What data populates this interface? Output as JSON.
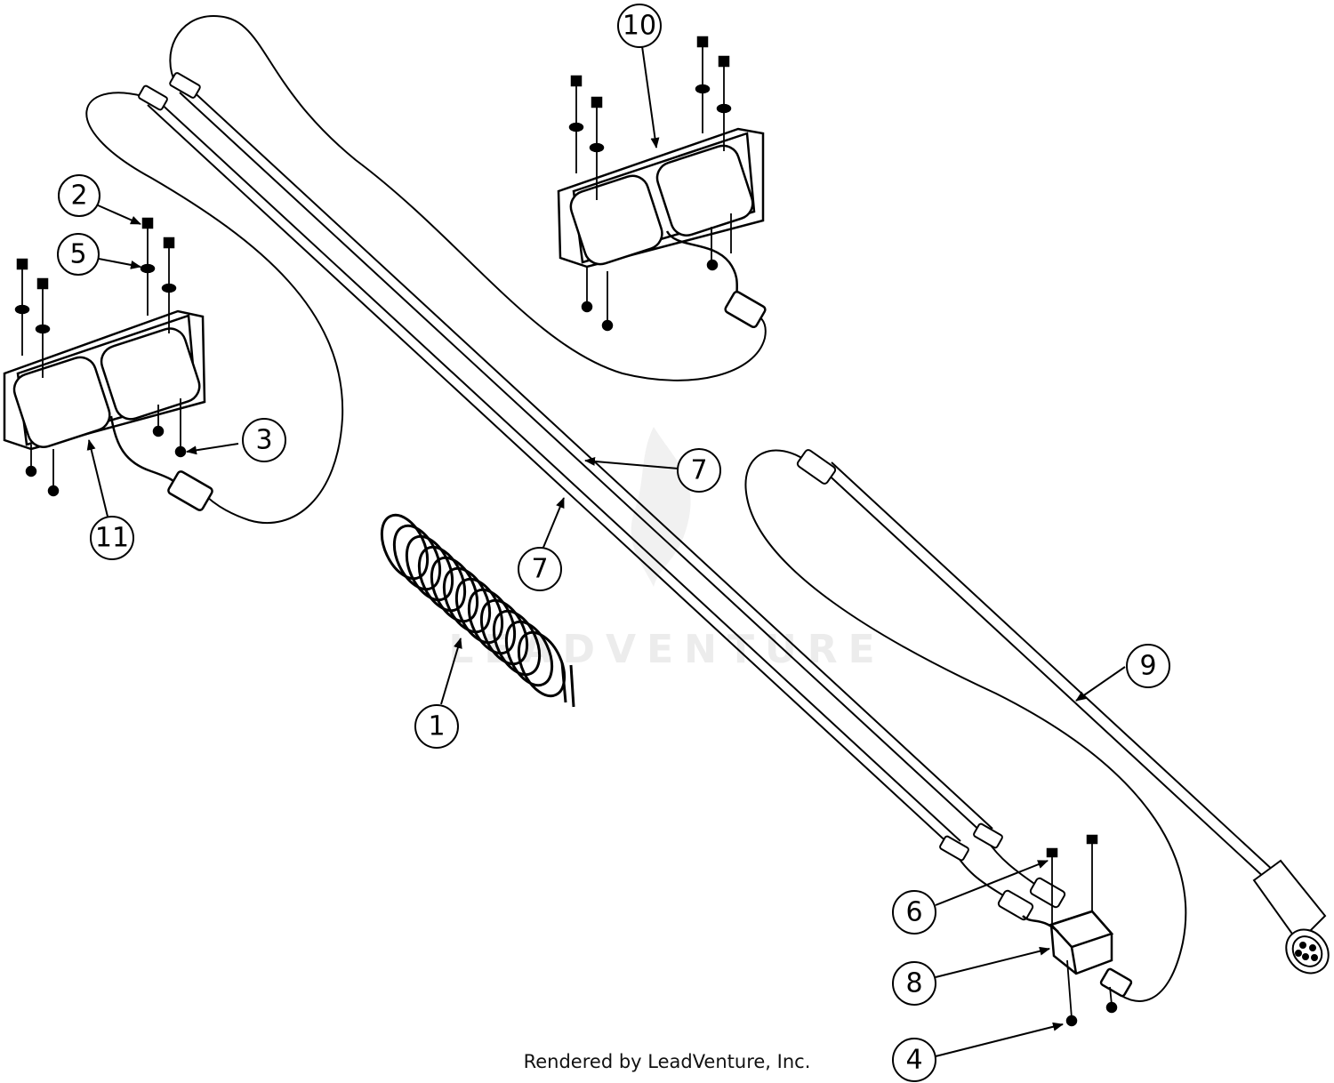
{
  "watermark_text": "LEADVENTURE",
  "footer_text": "Rendered by LeadVenture, Inc.",
  "callouts": [
    {
      "id": "c10",
      "label": "10"
    },
    {
      "id": "c2",
      "label": "2"
    },
    {
      "id": "c5",
      "label": "5"
    },
    {
      "id": "c3",
      "label": "3"
    },
    {
      "id": "c11",
      "label": "11"
    },
    {
      "id": "c7a",
      "label": "7"
    },
    {
      "id": "c7b",
      "label": "7"
    },
    {
      "id": "c1",
      "label": "1"
    },
    {
      "id": "c9",
      "label": "9"
    },
    {
      "id": "c6",
      "label": "6"
    },
    {
      "id": "c8",
      "label": "8"
    },
    {
      "id": "c4",
      "label": "4"
    }
  ]
}
